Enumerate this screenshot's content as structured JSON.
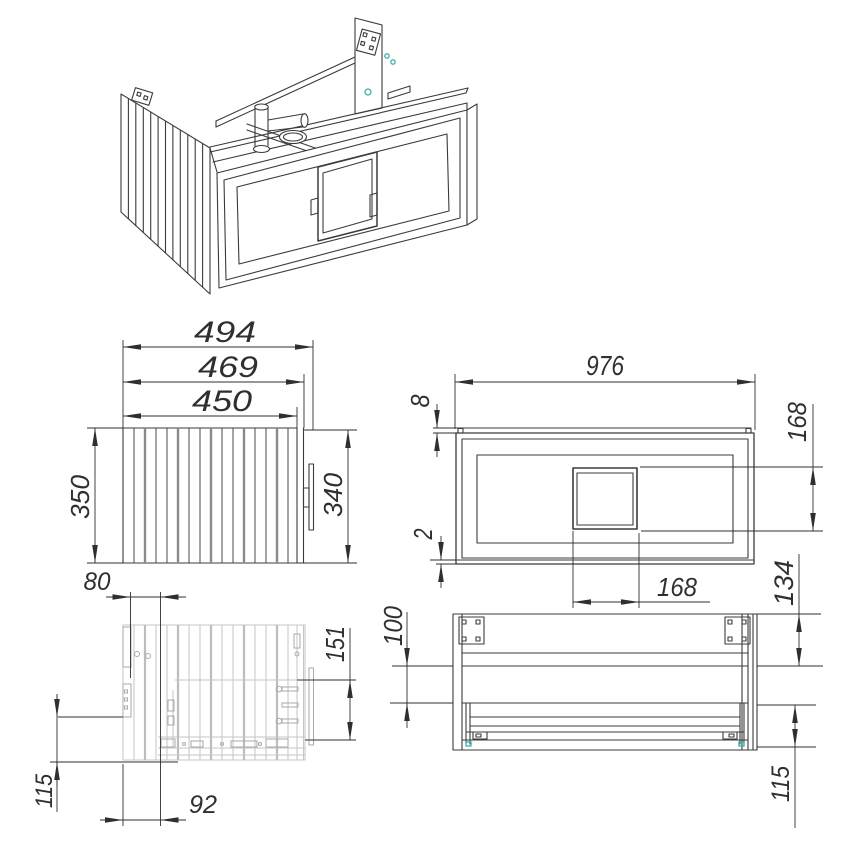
{
  "colors": {
    "line": "#3b3b3b",
    "dimension": "#2f2f2f",
    "ghost": "#c6c6c6",
    "slat_thick": "#8a8a8a",
    "accent_teal": "#3fb0a8",
    "background": "#ffffff"
  },
  "views": {
    "side": {
      "depth_overall": "494",
      "depth_with_back": "469",
      "depth_slats": "450",
      "height_left": "350",
      "height_right": "340"
    },
    "side_detail": {
      "front_offset": "80",
      "bracket_height": "151",
      "bottom_clearance": "115",
      "front_overhang": "92"
    },
    "front": {
      "width_overall": "976",
      "top_thickness": "8",
      "bottom_gap": "2",
      "handle_width": "168",
      "handle_height": "168"
    },
    "rear": {
      "top_rail": "134",
      "mid_rail": "100",
      "bottom_rail": "115"
    }
  }
}
